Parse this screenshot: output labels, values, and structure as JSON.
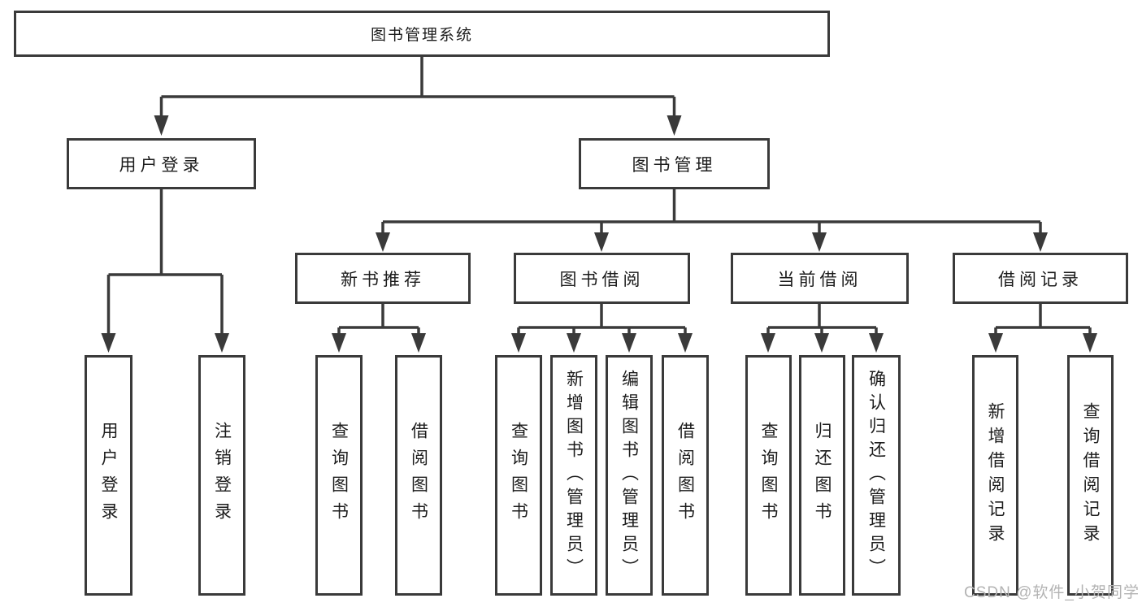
{
  "root": {
    "label": "图书管理系统"
  },
  "branches": [
    {
      "label": "用户登录",
      "children": [
        "用户登录",
        "注销登录"
      ]
    },
    {
      "label": "图书管理",
      "groups": [
        {
          "label": "新书推荐",
          "children": [
            "查询图书",
            "借阅图书"
          ]
        },
        {
          "label": "图书借阅",
          "children": [
            "查询图书",
            "新增图书（管理员）",
            "编辑图书（管理员）",
            "借阅图书"
          ]
        },
        {
          "label": "当前借阅",
          "children": [
            "查询图书",
            "归还图书",
            "确认归还（管理员）"
          ]
        },
        {
          "label": "借阅记录",
          "children": [
            "新增借阅记录",
            "查询借阅记录"
          ]
        }
      ]
    }
  ],
  "watermark": "CSDN @软件_小贺同学",
  "colors": {
    "line": "#3a3a3a",
    "text": "#1c1c1c",
    "watermark": "#b3b3b3",
    "background": "#ffffff"
  }
}
